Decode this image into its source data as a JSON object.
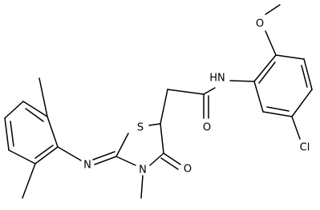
{
  "atoms": {
    "O_methoxy": "O",
    "NH_amide": "HN",
    "S_ring": "S",
    "O_carbonyl_amide": "O",
    "O_carbonyl_ring": "O",
    "N_imine": "N",
    "N_ring": "N",
    "Cl": "Cl"
  }
}
